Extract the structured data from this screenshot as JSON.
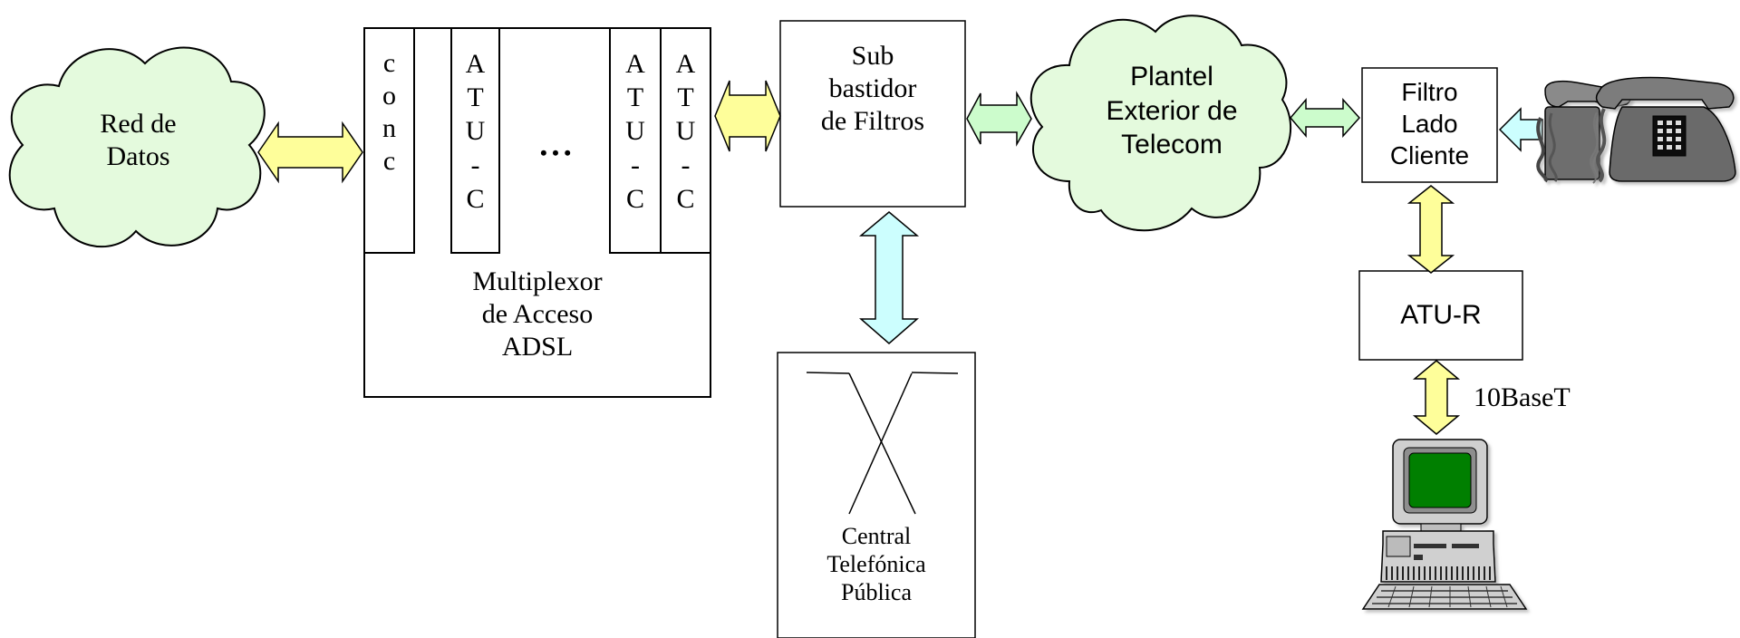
{
  "diagram": {
    "red_datos": [
      "Red de",
      "Datos"
    ],
    "dslam": {
      "cards": [
        {
          "letters": [
            "c",
            "o",
            "n",
            "c"
          ]
        },
        {
          "letters": [
            "A",
            "T",
            "U",
            "-",
            "C"
          ]
        },
        {
          "letters": [
            "A",
            "T",
            "U",
            "-",
            "C"
          ]
        },
        {
          "letters": [
            "A",
            "T",
            "U",
            "-",
            "C"
          ]
        }
      ],
      "ellipsis": "• • •",
      "label": [
        "Multiplexor",
        "de Acceso",
        "ADSL"
      ]
    },
    "sub_bastidor": [
      "Sub",
      "bastidor",
      "de Filtros"
    ],
    "central": [
      "Central",
      "Telefónica",
      "Pública"
    ],
    "plantel": [
      "Plantel",
      "Exterior de",
      "Telecom"
    ],
    "filtro_cliente": [
      "Filtro",
      "Lado",
      "Cliente"
    ],
    "atu_r": "ATU-R",
    "link_label": "10BaseT",
    "icons": [
      "telephone-icon",
      "telephone-icon",
      "desktop-computer-icon"
    ],
    "colors": {
      "cloud_fill": "#e4fadd",
      "arrow_yellow": "#fefe9a",
      "arrow_green": "#ccfccc",
      "arrow_cyan": "#ccfefe",
      "screen_green": "#007f00",
      "line": "#000000"
    }
  }
}
